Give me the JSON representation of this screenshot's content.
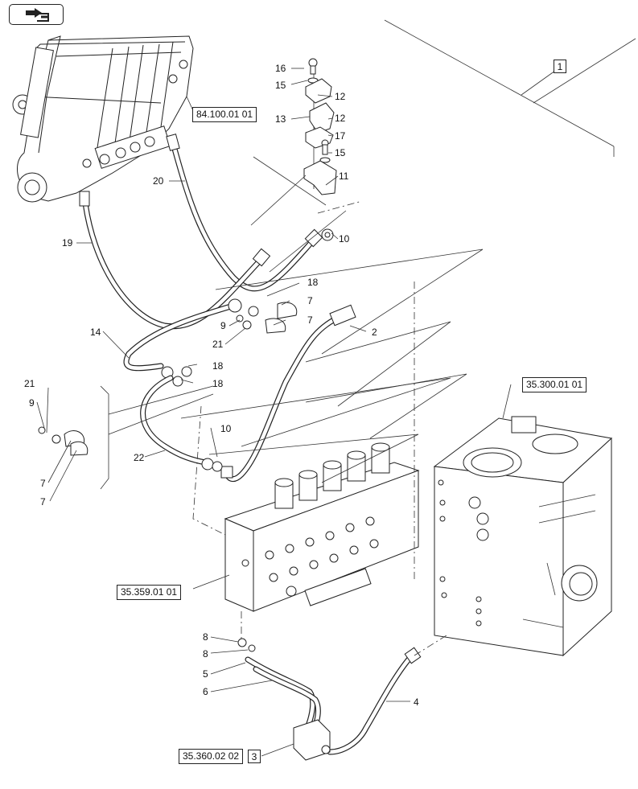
{
  "nav": {
    "icon": "return-arrow-icon"
  },
  "references": {
    "boom_ref": "84.100.01 01",
    "tank_ref": "35.300.01 01",
    "valve_ref": "35.359.01 01",
    "pilot_ref": "35.360.02 02",
    "pilot_qty": "3",
    "assembly_qty": "1"
  },
  "callouts": {
    "c16": "16",
    "c15a": "15",
    "c12a": "12",
    "c13": "13",
    "c12b": "12",
    "c17": "17",
    "c15b": "15",
    "c11": "11",
    "c20": "20",
    "c19": "19",
    "c10a": "10",
    "c18a": "18",
    "c7a": "7",
    "c9a": "9",
    "c7b": "7",
    "c2": "2",
    "c14": "14",
    "c21a": "21",
    "c18b": "18",
    "c18c": "18",
    "c21b": "21",
    "c9b": "9",
    "c10b": "10",
    "c22": "22",
    "c7c": "7",
    "c7d": "7",
    "c8a": "8",
    "c8b": "8",
    "c5": "5",
    "c6": "6",
    "c4": "4"
  }
}
